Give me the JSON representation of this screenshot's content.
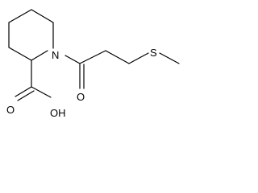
{
  "molecule": {
    "atoms": {
      "nitrogen": "N",
      "sulfur": "S",
      "carbonyl_oxygen": "O",
      "acid_group": "OH",
      "acid_carbonyl_oxygen": "O"
    }
  },
  "colors": {
    "bond": "#000000",
    "background": "#ffffff"
  }
}
